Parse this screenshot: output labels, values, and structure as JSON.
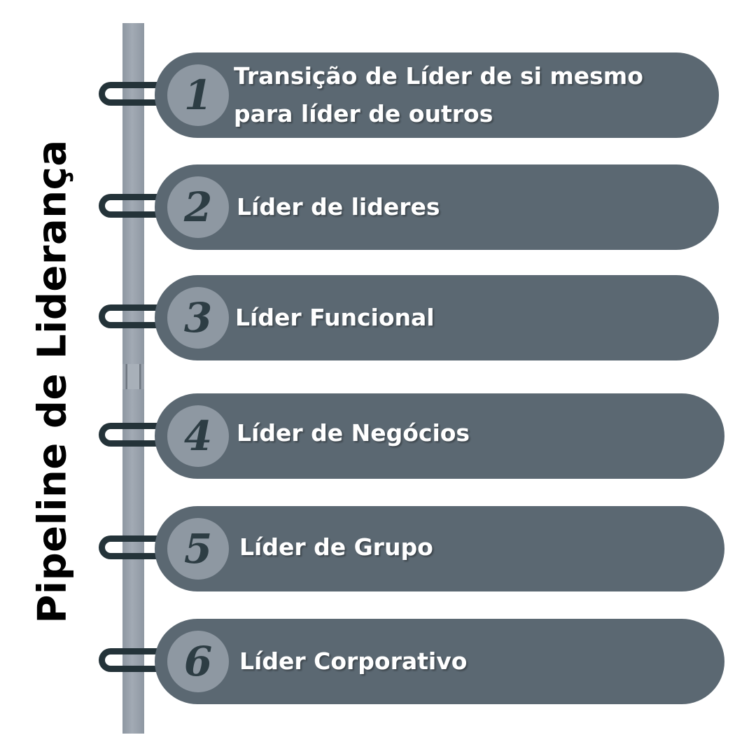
{
  "title": "Pipeline de Liderança",
  "colors": {
    "pill": "#5b6872",
    "badge": "#8e98a2",
    "badge_number": "#2d3d44",
    "clip": "#243339",
    "spine": "#98a0aa",
    "label": "#ffffff",
    "title": "#000000"
  },
  "steps": [
    {
      "number": "1",
      "label_lines": [
        "Transição de Líder de si mesmo",
        "para líder de outros"
      ]
    },
    {
      "number": "2",
      "label_lines": [
        "Líder de lideres"
      ]
    },
    {
      "number": "3",
      "label_lines": [
        "Líder Funcional"
      ]
    },
    {
      "number": "4",
      "label_lines": [
        "Líder de Negócios"
      ]
    },
    {
      "number": "5",
      "label_lines": [
        "Líder de Grupo"
      ]
    },
    {
      "number": "6",
      "label_lines": [
        "Líder Corporativo"
      ]
    }
  ]
}
